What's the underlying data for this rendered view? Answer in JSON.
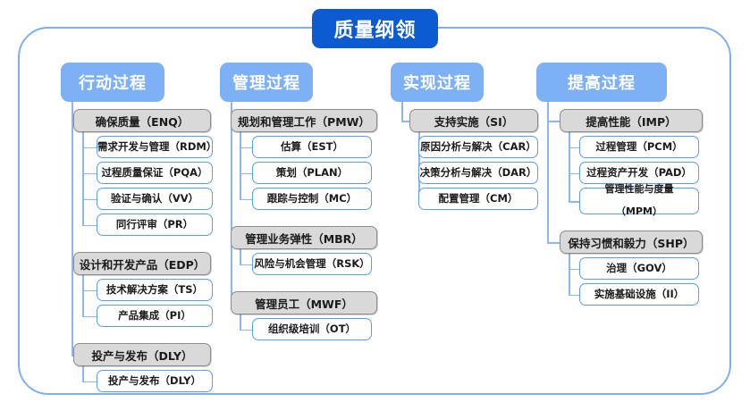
{
  "diagram": {
    "title": "质量纲领",
    "columns": [
      {
        "header": "行动过程",
        "groups": [
          {
            "label": "确保质量（ENQ）",
            "children": [
              "需求开发与管理（RDM）",
              "过程质量保证（PQA）",
              "验证与确认（VV）",
              "同行评审（PR）"
            ]
          },
          {
            "label": "设计和开发产品（EDP）",
            "children": [
              "技术解决方案（TS）",
              "产品集成（PI）"
            ]
          },
          {
            "label": "投产与发布（DLY）",
            "children": [
              "投产与发布（DLY）"
            ]
          }
        ]
      },
      {
        "header": "管理过程",
        "groups": [
          {
            "label": "规划和管理工作（PMW）",
            "children": [
              "估算（EST）",
              "策划（PLAN）",
              "跟踪与控制（MC）"
            ]
          },
          {
            "label": "管理业务弹性（MBR）",
            "children": [
              "风险与机会管理（RSK）"
            ]
          },
          {
            "label": "管理员工（MWF）",
            "children": [
              "组织级培训（OT）"
            ]
          }
        ]
      },
      {
        "header": "实现过程",
        "groups": [
          {
            "label": "支持实施（SI）",
            "children": [
              "原因分析与解决（CAR）",
              "决策分析与解决（DAR）",
              "配置管理（CM）"
            ]
          }
        ]
      },
      {
        "header": "提高过程",
        "groups": [
          {
            "label": "提高性能（IMP）",
            "children": [
              "过程管理（PCM）",
              "过程资产开发（PAD）",
              "管理性能与度量\n（MPM）"
            ]
          },
          {
            "label": "保持习惯和毅力（SHP）",
            "children": [
              "治理（GOV）",
              "实施基础设施（II）"
            ]
          }
        ]
      }
    ]
  },
  "colors": {
    "title_bg": "#0d5bd1",
    "header_bg": "#7eb0f5",
    "group_bg": "#d9d9d9",
    "group_border": "#8c8c8c",
    "leaf_border": "#5b9bea",
    "connector": "#8ab8ee",
    "frame_border": "#7db0ec"
  }
}
